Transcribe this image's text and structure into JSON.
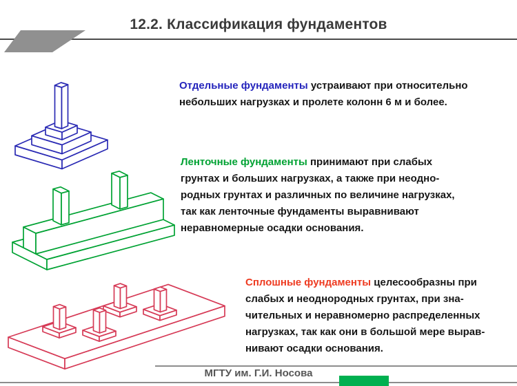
{
  "title": "12.2. Классификация фундаментов",
  "footer": {
    "affiliation": "МГТУ им. Г.И. Носова"
  },
  "colors": {
    "rule": "#4a4a4a",
    "footer_rule": "#8c8c8c",
    "corner_gray": "#909090",
    "footer_green": "#00b050"
  },
  "figures": {
    "separate": {
      "color": "#2a2ab4"
    },
    "strip": {
      "color": "#00a233"
    },
    "mat": {
      "color": "#d63a56"
    }
  },
  "blocks": [
    {
      "term": "Отдельные фундаменты",
      "term_color": "#2424bc",
      "lines": [
        "устраивают при относительно",
        "небольших нагрузках и пролете колонн 6 м и более."
      ]
    },
    {
      "term": "Ленточные фундаменты",
      "term_color": "#00a233",
      "lines": [
        "принимают при слабых",
        "грунтах и больших нагрузках, а также при неодно-",
        "родных грунтах и различных по величине нагрузках,",
        "так как ленточные фундаменты выравнивают",
        "неравномерные осадки основания."
      ]
    },
    {
      "term": "Сплошные фундаменты",
      "term_color": "#ee3b21",
      "lines": [
        "целесообразны при",
        "слабых и неоднородных грунтах, при зна-",
        "чительных и неравномерно распределенных",
        "нагрузках, так как они в большой мере вырав-",
        "нивают осадки основания."
      ]
    }
  ]
}
